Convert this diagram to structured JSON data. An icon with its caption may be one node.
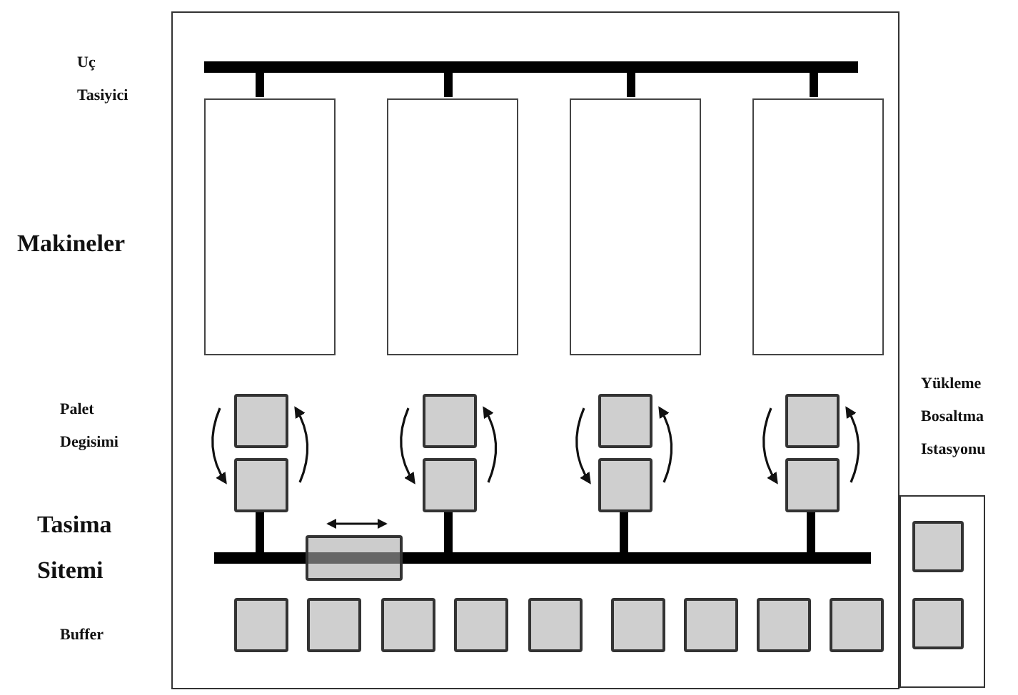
{
  "diagram": {
    "nodes": [
      {
        "text": [],
        "shape": "box"
      },
      {
        "text": [],
        "shape": "box",
        "in": 0
      },
      {
        "text": [],
        "shape": "box",
        "in": 0
      },
      {
        "text": [],
        "shape": "box",
        "in": 0
      },
      {
        "text": [],
        "shape": "box",
        "in": 0
      },
      {
        "text": [],
        "shape": "box",
        "in": 0
      },
      {
        "text": [],
        "shape": "box",
        "in": 0
      },
      {
        "text": [],
        "shape": "box",
        "in": 0
      },
      {
        "text": [],
        "shape": "box",
        "in": 0
      },
      {
        "text": [],
        "shape": "box",
        "in": 0
      },
      {
        "text": [],
        "shape": "box",
        "in": 0
      },
      {
        "text": [],
        "shape": "box",
        "in": 0
      },
      {
        "text": [],
        "shape": "box",
        "in": 0
      },
      {
        "text": [],
        "shape": "box",
        "in": 0
      },
      {
        "text": [],
        "shape": "box",
        "in": 0
      },
      {
        "text": [],
        "shape": "box",
        "in": 0
      },
      {
        "text": [],
        "shape": "box",
        "in": 0
      },
      {
        "text": [],
        "shape": "box",
        "in": 0
      },
      {
        "text": [],
        "shape": "box",
        "in": 0
      },
      {
        "text": [],
        "shape": "box",
        "in": 0
      },
      {
        "text": [],
        "shape": "box",
        "in": 0
      },
      {
        "text": [],
        "shape": "box",
        "in": 0
      },
      {
        "text": [],
        "shape": "box",
        "in": 0
      },
      {
        "text": [],
        "shape": "box"
      },
      {
        "text": [],
        "shape": "box",
        "in": 23
      },
      {
        "text": [],
        "shape": "box",
        "in": 23
      }
    ],
    "labels": [
      "Uç Tasiyici",
      "Makineler",
      "Palet Degisimi",
      "Tasima Sitemi",
      "Buffer",
      "Yükleme Bosaltma Istasyonu"
    ]
  }
}
